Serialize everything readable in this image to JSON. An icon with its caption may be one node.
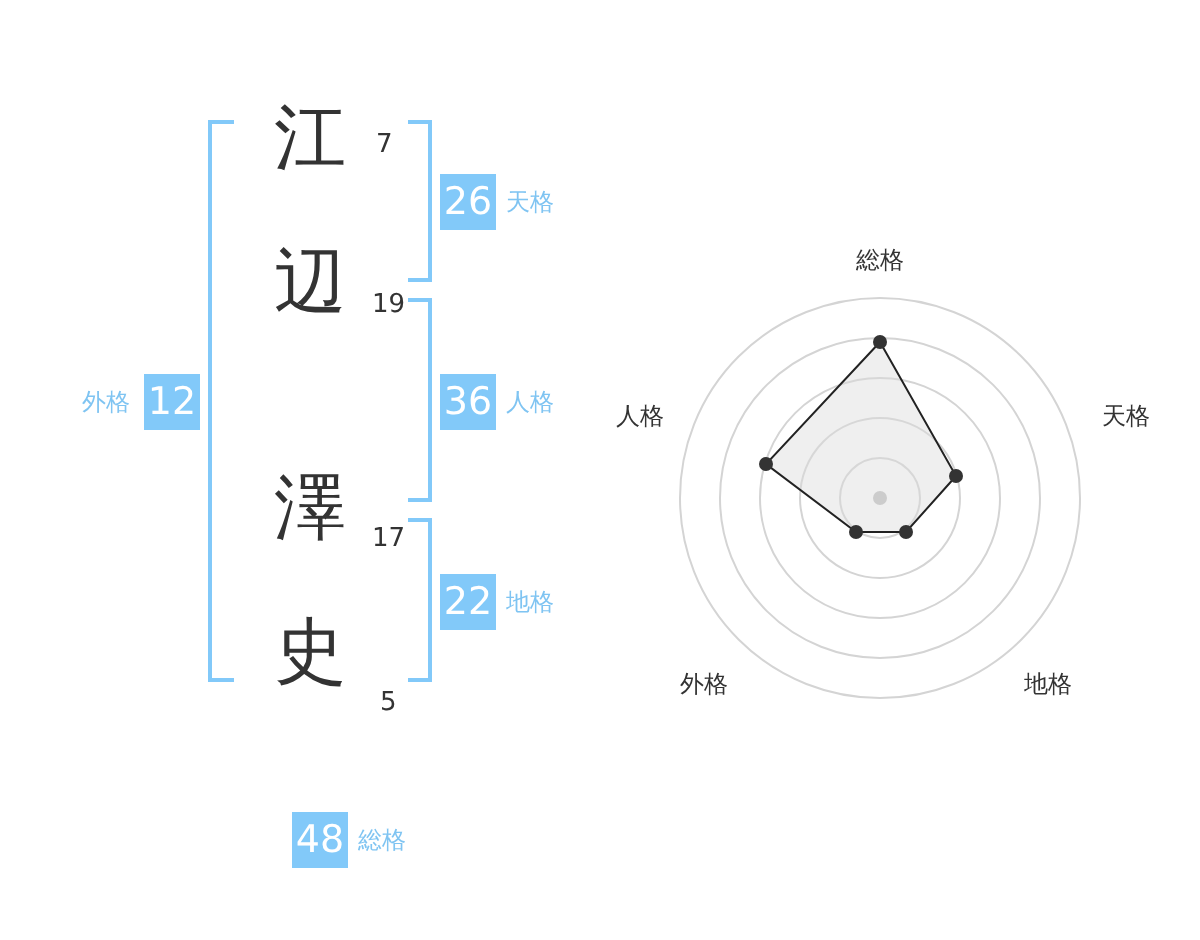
{
  "diagram": {
    "nodes": [
      {
        "text": [
          "江"
        ],
        "beside": [
          "7"
        ]
      },
      {
        "text": [
          "辺"
        ],
        "beside": [
          "19"
        ]
      },
      {
        "text": [
          "澤"
        ],
        "beside": [
          "17"
        ]
      },
      {
        "text": [
          "史"
        ],
        "beside": [
          "5"
        ]
      },
      {
        "text": [
          "26"
        ],
        "beside": [
          "天格"
        ]
      },
      {
        "text": [
          "12"
        ],
        "beside": [
          "外格"
        ]
      },
      {
        "text": [
          "36"
        ],
        "beside": [
          "人格"
        ]
      },
      {
        "text": [
          "22"
        ],
        "beside": [
          "地格"
        ]
      },
      {
        "text": [
          "48"
        ],
        "beside": [
          "総格"
        ]
      }
    ],
    "labels": [
      "総格",
      "人格",
      "天格",
      "外格",
      "地格"
    ]
  }
}
